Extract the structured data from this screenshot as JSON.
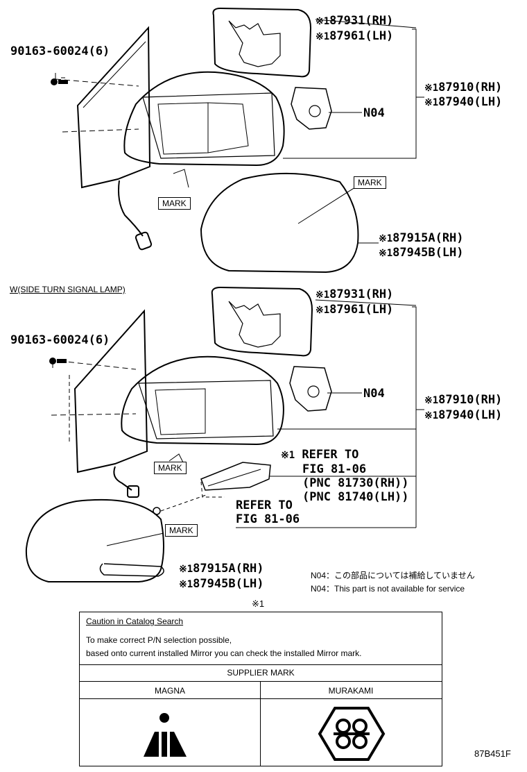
{
  "top": {
    "bolt": "90163-60024(6)",
    "glass_rh": "87931(RH)",
    "glass_lh": "87961(LH)",
    "assy_rh": "87910(RH)",
    "assy_lh": "87940(LH)",
    "n04": "N04",
    "cover_rh": "87915A(RH)",
    "cover_lh": "87945B(LH)",
    "mark1": "MARK",
    "mark2": "MARK"
  },
  "bottom": {
    "section_title": "W(SIDE TURN SIGNAL LAMP)",
    "bolt": "90163-60024(6)",
    "glass_rh": "87931(RH)",
    "glass_lh": "87961(LH)",
    "assy_rh": "87910(RH)",
    "assy_lh": "87940(LH)",
    "n04": "N04",
    "refer1_l1": "REFER TO",
    "refer1_l2": "FIG 81-06",
    "refer1_l3": "(PNC 81730(RH))",
    "refer1_l4": "(PNC 81740(LH))",
    "refer2_l1": "REFER TO",
    "refer2_l2": "FIG 81-06",
    "cover_rh": "87915A(RH)",
    "cover_lh": "87945B(LH)",
    "mark1": "MARK",
    "mark2": "MARK"
  },
  "asterisk": "※1",
  "notes": {
    "n04_jp": "N04：この部品については補給していません",
    "n04_en": "N04：This part is not available for service"
  },
  "caution": {
    "asterisk": "※1",
    "title": "Caution in Catalog Search",
    "line1": "To make correct P/N selection possible,",
    "line2": "based onto current installed Mirror you can check the installed Mirror mark.",
    "supplier_header": "SUPPLIER MARK",
    "col1": "MAGNA",
    "col2": "MURAKAMI"
  },
  "figure_code": "87B451F"
}
